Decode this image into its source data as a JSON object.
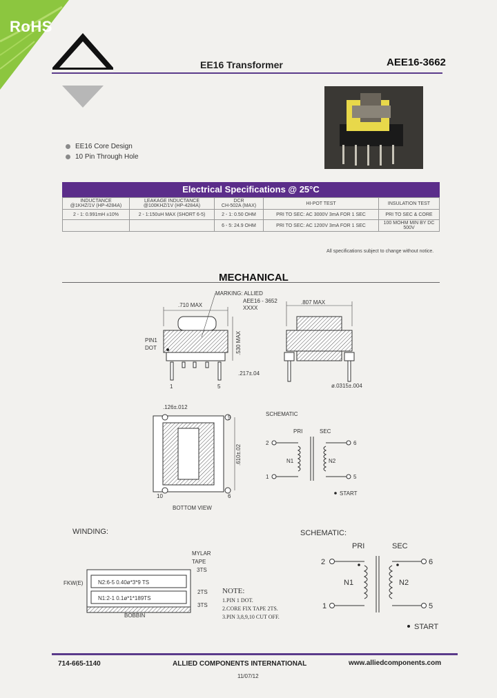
{
  "badge": {
    "label": "RoHS"
  },
  "header": {
    "title": "EE16 Transformer",
    "part_number": "AEE16-3662"
  },
  "features": [
    "EE16 Core Design",
    "10 Pin Through Hole"
  ],
  "spec_table": {
    "title": "Electrical Specifications @ 25°C",
    "headers": [
      [
        "INDUCTANCE",
        "@1KHZ/1V (HP-4284A)"
      ],
      [
        "LEAKAGE INDUCTANCE",
        "@100KHZ/1V (HP-4284A)"
      ],
      [
        "DCR",
        "CH-502A (MAX)"
      ],
      [
        "HI-POT TEST"
      ],
      [
        "INSULATION TEST"
      ]
    ],
    "rows": [
      [
        "2 - 1: 0.991mH ±10%",
        "2 - 1:150uH MAX (SHORT 6-5)",
        "2 - 1: 0.50 OHM",
        "PRI TO SEC: AC 3000V 3mA FOR 1 SEC",
        "PRI TO SEC & CORE"
      ],
      [
        "",
        "",
        "6 - 5: 24.9 OHM",
        "PRI TO SEC: AC 1200V 3mA FOR 1 SEC",
        "100 MOHM MIN BY DC 500V"
      ]
    ],
    "note": "All specifications subject to change without notice."
  },
  "mechanical": {
    "title": "MECHANICAL",
    "dims": {
      "width": ".710 MAX",
      "depth": ".807 MAX",
      "height": ".530 MAX",
      "standoff": ".217±.04",
      "pin_dia": "ø.0315±.004",
      "pin_spacing": ".126±.012",
      "row_spacing": ".610±.02"
    },
    "marking_label": "MARKING: ALLIED",
    "marking_lines": [
      "AEE16 - 3652",
      "XXXX"
    ],
    "pin1_label": [
      "PIN1",
      "DOT"
    ],
    "pins_side": [
      "1",
      "5"
    ],
    "pins_bottom": [
      "10",
      "6",
      "5"
    ],
    "bottom_view": "BOTTOM VIEW",
    "schematic_small": {
      "title": "SCHEMATIC",
      "pri": "PRI",
      "sec": "SEC",
      "n1": "N1",
      "n2": "N2",
      "pins": [
        "2",
        "1",
        "6",
        "5"
      ],
      "start": "START"
    }
  },
  "winding": {
    "title": "WINDING:",
    "mylar": [
      "MYLAR",
      "TAPE",
      "3TS"
    ],
    "fkw": "FKW(E)",
    "layer_top": "N2:6-5 0.40ø*3*9 TS",
    "layer_bottom": "N1:2-1 0.1ø*1*189TS",
    "tape_mid": "2TS",
    "tape_bot": "3TS",
    "bobbin": "BOBBIN",
    "note_title": "NOTE:",
    "notes": [
      "1.PIN 1 DOT.",
      "2.CORE FIX TAPE 2TS.",
      "3.PIN 3,8,9,10 CUT OFF."
    ]
  },
  "schematic_large": {
    "title": "SCHEMATIC:",
    "pri": "PRI",
    "sec": "SEC",
    "n1": "N1",
    "n2": "N2",
    "pins": [
      "2",
      "1",
      "6",
      "5"
    ],
    "start": "START"
  },
  "footer": {
    "phone": "714-665-1140",
    "company": "ALLIED COMPONENTS INTERNATIONAL",
    "website": "www.alliedcomponents.com",
    "date": "11/07/12"
  },
  "colors": {
    "accent": "#5b2d8a",
    "rohs_green": "#8cc63f"
  }
}
